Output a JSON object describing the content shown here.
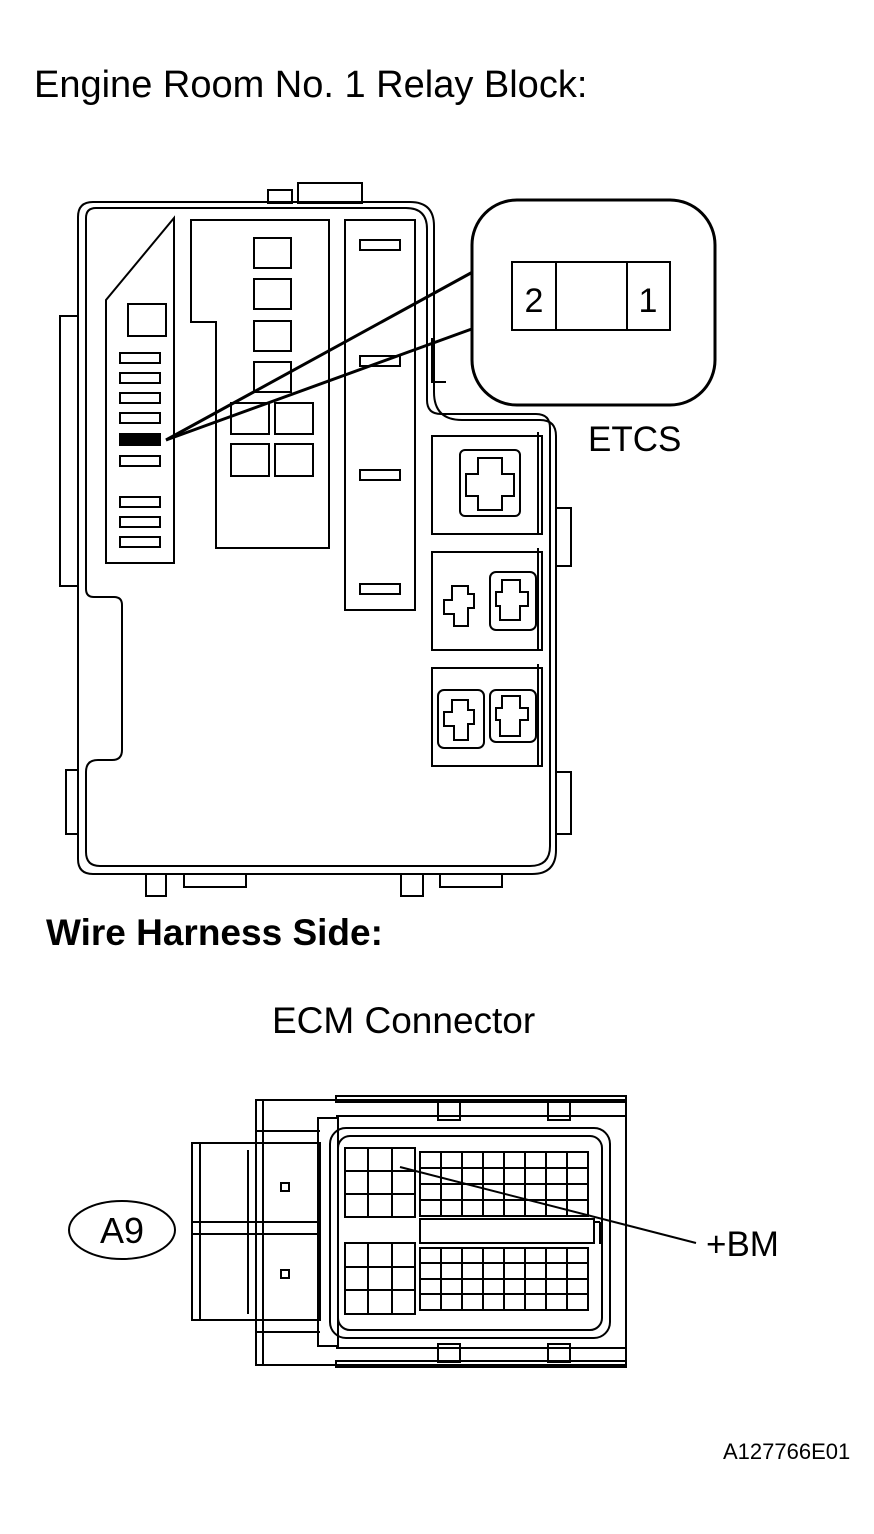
{
  "titles": {
    "relay_block": "Engine Room No. 1 Relay Block:",
    "harness_side": "Wire Harness Side:",
    "ecm_connector": "ECM Connector"
  },
  "callouts": {
    "etcs": "ETCS",
    "terminal_left": "2",
    "terminal_right": "1",
    "connector_code": "A9",
    "terminal_name": "+BM"
  },
  "figure_id": "A127766E01"
}
